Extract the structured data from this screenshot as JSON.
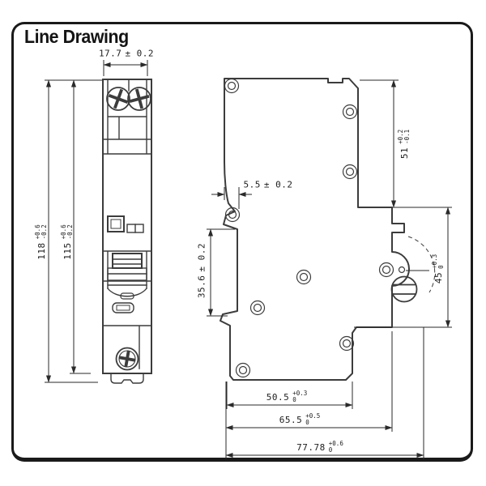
{
  "title": "Line Drawing",
  "front_view": {
    "dimensions": {
      "width": {
        "value": "17.7",
        "tol": "± 0.2"
      },
      "overall_height": {
        "value": "118",
        "tol_plus": "+0.6",
        "tol_minus": "-0.2"
      },
      "body_height": {
        "value": "115",
        "tol_plus": "+0.6",
        "tol_minus": "-0.2"
      }
    }
  },
  "side_view": {
    "dimensions": {
      "front_lip_depth": {
        "value": "5.5",
        "tol": "± 0.2"
      },
      "upper_depth": {
        "value": "51",
        "tol_plus": "+0.2",
        "tol_minus": "-0.1"
      },
      "panel_cutout_height": {
        "value": "35.6",
        "tol": "± 0.2"
      },
      "rail_section_height": {
        "value": "45",
        "tol_plus": "+0.3",
        "tol_minus": "0"
      },
      "bottom_depth": {
        "value": "50.5",
        "tol_plus": "+0.3",
        "tol_minus": "0"
      },
      "mid_depth": {
        "value": "65.5",
        "tol_plus": "+0.5",
        "tol_minus": "0"
      },
      "overall_depth": {
        "value": "77.78",
        "tol_plus": "+0.6",
        "tol_minus": "0"
      }
    }
  },
  "colors": {
    "line": "#3c3c3c",
    "dimension": "#2a2a2a",
    "frame": "#1a1a1a",
    "background": "#ffffff"
  }
}
